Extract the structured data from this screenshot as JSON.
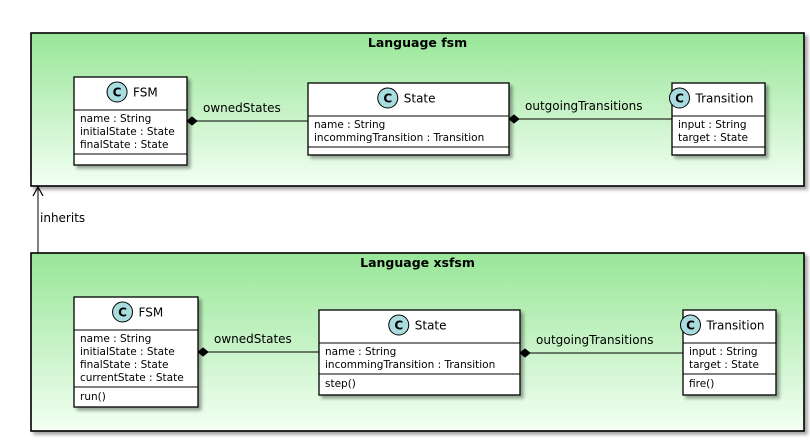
{
  "colors": {
    "package_fill_top": "#98e698",
    "package_fill_bottom": "#f3fff3",
    "class_fill": "#ffffff",
    "class_border": "#000000",
    "circle_fill": "#a9dcdf",
    "line": "#000000"
  },
  "packages": [
    {
      "id": "fsm",
      "title": "Language fsm",
      "classes": [
        {
          "id": "fsm-fsm",
          "icon": "C",
          "name": "FSM",
          "attributes": [
            "name : String",
            "initialState : State",
            "finalState : State"
          ],
          "methods": []
        },
        {
          "id": "fsm-state",
          "icon": "C",
          "name": "State",
          "attributes": [
            "name : String",
            "incommingTransition : Transition"
          ],
          "methods": []
        },
        {
          "id": "fsm-transition",
          "icon": "C",
          "name": "Transition",
          "attributes": [
            "input : String",
            "target : State"
          ],
          "methods": []
        }
      ],
      "associations": [
        {
          "from": "fsm-fsm",
          "to": "fsm-state",
          "label": "ownedStates",
          "kind": "composition"
        },
        {
          "from": "fsm-state",
          "to": "fsm-transition",
          "label": "outgoingTransitions",
          "kind": "composition"
        }
      ]
    },
    {
      "id": "xsfsm",
      "title": "Language xsfsm",
      "classes": [
        {
          "id": "xsfsm-fsm",
          "icon": "C",
          "name": "FSM",
          "attributes": [
            "name : String",
            "initialState : State",
            "finalState : State",
            "currentState : State"
          ],
          "methods": [
            "run()"
          ]
        },
        {
          "id": "xsfsm-state",
          "icon": "C",
          "name": "State",
          "attributes": [
            "name : String",
            "incommingTransition : Transition"
          ],
          "methods": [
            "step()"
          ]
        },
        {
          "id": "xsfsm-transition",
          "icon": "C",
          "name": "Transition",
          "attributes": [
            "input : String",
            "target : State"
          ],
          "methods": [
            "fire()"
          ]
        }
      ],
      "associations": [
        {
          "from": "xsfsm-fsm",
          "to": "xsfsm-state",
          "label": "ownedStates",
          "kind": "composition"
        },
        {
          "from": "xsfsm-state",
          "to": "xsfsm-transition",
          "label": "outgoingTransitions",
          "kind": "composition"
        }
      ]
    }
  ],
  "inheritance": {
    "from": "xsfsm",
    "to": "fsm",
    "label": "inherits"
  }
}
